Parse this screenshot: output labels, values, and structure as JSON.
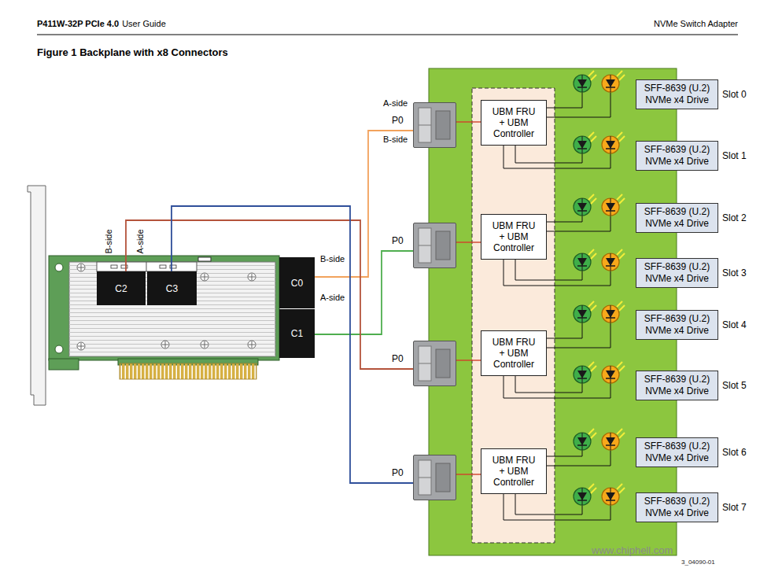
{
  "diagram": {
    "title": "Figure 1 Backplane with x8 Connectors",
    "nodes": [
      {
        "text": [
          "C2"
        ]
      },
      {
        "text": [
          "C3"
        ]
      },
      {
        "text": [
          "C0"
        ]
      },
      {
        "text": [
          "C1"
        ]
      },
      {
        "text": [
          "P0"
        ]
      },
      {
        "text": [
          "P0"
        ]
      },
      {
        "text": [
          "P0"
        ]
      },
      {
        "text": [
          "P0"
        ]
      },
      {
        "text": [
          "UBM FRU + UBM Controller"
        ]
      },
      {
        "text": [
          "UBM FRU + UBM Controller"
        ]
      },
      {
        "text": [
          "UBM FRU + UBM Controller"
        ]
      },
      {
        "text": [
          "UBM FRU + UBM Controller"
        ]
      },
      {
        "text": [
          "SFF-8639 (U.2) NVMe x4 Drive",
          "Slot 0"
        ]
      },
      {
        "text": [
          "SFF-8639 (U.2) NVMe x4 Drive",
          "Slot 1"
        ]
      },
      {
        "text": [
          "SFF-8639 (U.2) NVMe x4 Drive",
          "Slot 2"
        ]
      },
      {
        "text": [
          "SFF-8639 (U.2) NVMe x4 Drive",
          "Slot 3"
        ]
      },
      {
        "text": [
          "SFF-8639 (U.2) NVMe x4 Drive",
          "Slot 4"
        ]
      },
      {
        "text": [
          "SFF-8639 (U.2) NVMe x4 Drive",
          "Slot 5"
        ]
      },
      {
        "text": [
          "SFF-8639 (U.2) NVMe x4 Drive",
          "Slot 6"
        ]
      },
      {
        "text": [
          "SFF-8639 (U.2) NVMe x4 Drive",
          "Slot 7"
        ]
      }
    ],
    "edges": [
      {
        "from": 2,
        "to": 4,
        "arrow": "none"
      },
      {
        "from": 3,
        "to": 5,
        "arrow": "none"
      },
      {
        "from": 0,
        "to": 6,
        "arrow": "none"
      },
      {
        "from": 1,
        "to": 7,
        "arrow": "none"
      },
      {
        "from": 4,
        "to": 8,
        "arrow": "none"
      },
      {
        "from": 5,
        "to": 9,
        "arrow": "none"
      },
      {
        "from": 6,
        "to": 10,
        "arrow": "none"
      },
      {
        "from": 7,
        "to": 11,
        "arrow": "none"
      }
    ],
    "labels": [
      "P411W-32P PCIe 4.0",
      "User Guide",
      "NVMe Switch Adapter",
      "B-side",
      "A-side",
      "B-side",
      "A-side",
      "A-side",
      "B-side",
      "www.chiphell.com",
      "3_04090-01"
    ]
  }
}
